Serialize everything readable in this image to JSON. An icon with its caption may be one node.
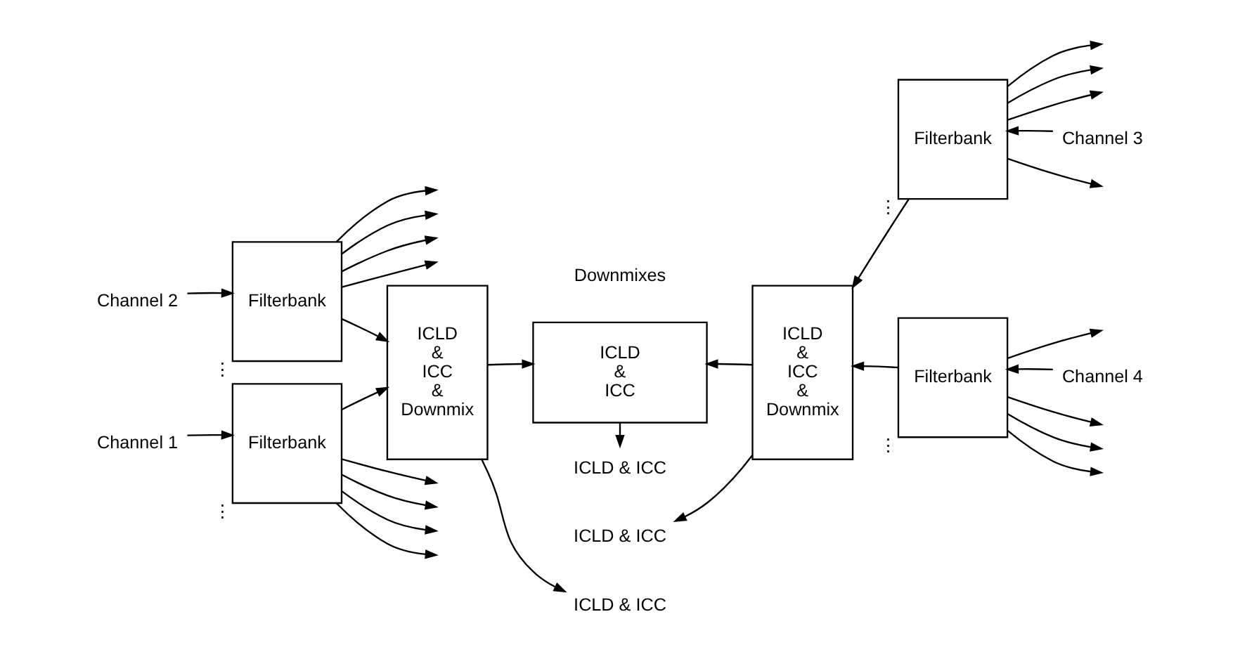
{
  "diagram": {
    "nodes": [
      {
        "text": [
          "Channel 1"
        ]
      },
      {
        "text": [
          "Filterbank"
        ],
        "beside": [
          "⋮"
        ]
      },
      {
        "text": [
          "ICLD & ICC & Downmix"
        ]
      },
      {
        "text": [
          "ICLD & ICC & Downmix"
        ]
      },
      {
        "text": [
          "Filterbank"
        ],
        "beside": [
          "⋮"
        ]
      },
      {
        "text": [
          "Channel 3"
        ]
      },
      {
        "text": [
          "Channel 2"
        ]
      },
      {
        "text": [
          "Filterbank"
        ],
        "beside": [
          "⋮"
        ]
      },
      {
        "text": [
          "Filterbank"
        ],
        "beside": [
          "⋮"
        ]
      },
      {
        "text": [
          "Channel 4"
        ]
      },
      {
        "text": [
          "ICLD & ICC"
        ]
      },
      {
        "text": [
          "ICLD & ICC"
        ]
      },
      {
        "text": [
          "ICLD & ICC"
        ]
      },
      {
        "text": [
          "ICLD & ICC"
        ]
      }
    ],
    "edges": [
      {
        "from": 0,
        "to": 1,
        "arrow": "to"
      },
      {
        "from": 1,
        "to": null,
        "arrow": "to"
      },
      {
        "from": 1,
        "to": null,
        "arrow": "to"
      },
      {
        "from": 1,
        "to": 2,
        "arrow": "to"
      },
      {
        "from": 1,
        "to": null,
        "arrow": "to"
      },
      {
        "from": 1,
        "to": null,
        "arrow": "to"
      },
      {
        "from": 5,
        "to": 4,
        "arrow": "to"
      },
      {
        "from": 4,
        "to": null,
        "arrow": "to"
      },
      {
        "from": 4,
        "to": null,
        "arrow": "to"
      },
      {
        "from": 4,
        "to": 3,
        "arrow": "to"
      },
      {
        "from": 4,
        "to": null,
        "arrow": "to"
      },
      {
        "from": 4,
        "to": null,
        "arrow": "to"
      },
      {
        "from": 6,
        "to": 7,
        "arrow": "to"
      },
      {
        "from": 7,
        "to": null,
        "arrow": "to"
      },
      {
        "from": 7,
        "to": null,
        "arrow": "to"
      },
      {
        "from": 7,
        "to": 2,
        "arrow": "to"
      },
      {
        "from": 7,
        "to": null,
        "arrow": "to"
      },
      {
        "from": 7,
        "to": null,
        "arrow": "to"
      },
      {
        "from": 9,
        "to": 8,
        "arrow": "to"
      },
      {
        "from": 8,
        "to": null,
        "arrow": "to"
      },
      {
        "from": 8,
        "to": null,
        "arrow": "to"
      },
      {
        "from": 8,
        "to": 3,
        "arrow": "to"
      },
      {
        "from": 8,
        "to": null,
        "arrow": "to"
      },
      {
        "from": 8,
        "to": null,
        "arrow": "to"
      },
      {
        "from": 2,
        "to": 10,
        "arrow": "to"
      },
      {
        "from": 3,
        "to": 10,
        "arrow": "to"
      },
      {
        "from": 2,
        "to": 11,
        "arrow": "to"
      },
      {
        "from": 10,
        "to": 12,
        "arrow": "to"
      },
      {
        "from": 3,
        "to": 13,
        "arrow": "to"
      }
    ],
    "labels": [
      "Downmixes"
    ]
  }
}
